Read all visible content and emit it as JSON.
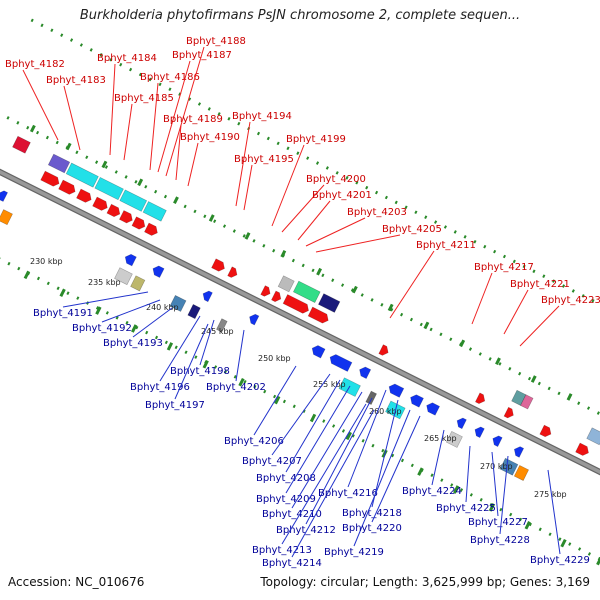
{
  "title": "Burkholderia phytofirmans PsJN chromosome 2, complete sequen...",
  "footer": {
    "accession": "Accession: NC_010676",
    "summary": "Topology: circular; Length: 3,625,999 bp; Genes: 3,169"
  },
  "colors": {
    "forward_label": "#cc0000",
    "reverse_label": "#000099",
    "backbone": "#999999",
    "tick": "#2a8a2a"
  },
  "kbp_ticks": [
    "230 kbp",
    "235 kbp",
    "240 kbp",
    "245 kbp",
    "250 kbp",
    "255 kbp",
    "260 kbp",
    "265 kbp",
    "270 kbp",
    "275 kbp"
  ],
  "forward_genes": [
    "Bphyt_4182",
    "Bphyt_4183",
    "Bphyt_4184",
    "Bphyt_4185",
    "Bphyt_4186",
    "Bphyt_4187",
    "Bphyt_4188",
    "Bphyt_4189",
    "Bphyt_4190",
    "Bphyt_4194",
    "Bphyt_4195",
    "Bphyt_4199",
    "Bphyt_4200",
    "Bphyt_4201",
    "Bphyt_4203",
    "Bphyt_4205",
    "Bphyt_4211",
    "Bphyt_4217",
    "Bphyt_4221",
    "Bphyt_4223"
  ],
  "reverse_genes": [
    "Bphyt_4191",
    "Bphyt_4192",
    "Bphyt_4193",
    "Bphyt_4196",
    "Bphyt_4197",
    "Bphyt_4198",
    "Bphyt_4202",
    "Bphyt_4206",
    "Bphyt_4207",
    "Bphyt_4208",
    "Bphyt_4209",
    "Bphyt_4210",
    "Bphyt_4212",
    "Bphyt_4213",
    "Bphyt_4214",
    "Bphyt_4216",
    "Bphyt_4218",
    "Bphyt_4219",
    "Bphyt_4220",
    "Bphyt_4224",
    "Bphyt_4225",
    "Bphyt_4227",
    "Bphyt_4228",
    "Bphyt_4229"
  ]
}
